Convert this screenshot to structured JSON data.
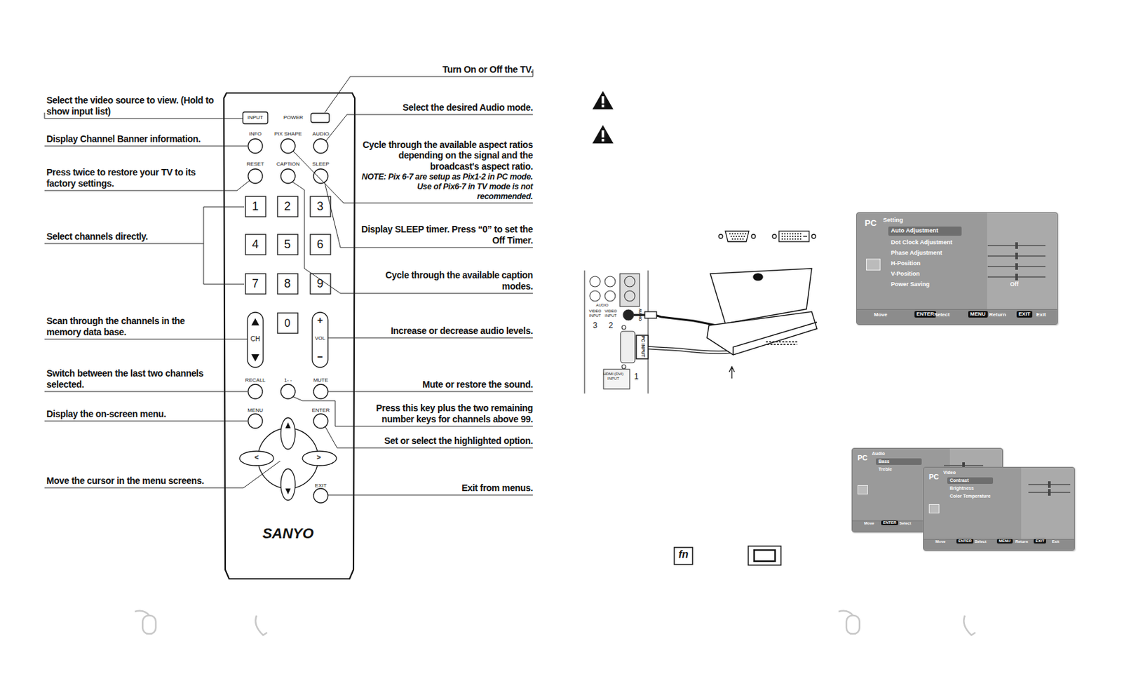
{
  "diagram": {
    "nodes": [
      {
        "text": [
          "PC",
          "Setting",
          "Auto Adjustment",
          "Dot Clock Adjustment",
          "Phase Adjustment",
          "H-Position",
          "V-Position",
          "Power Saving",
          "Off",
          "Move",
          "ENTER",
          "Select",
          "MENU",
          "Return",
          "EXIT",
          "Exit"
        ]
      },
      {
        "text": [
          "PC",
          "Audio",
          "Bass",
          "Treble",
          "Move",
          "ENTER",
          "Select"
        ]
      },
      {
        "text": [
          "PC",
          "Video",
          "Contrast",
          "Brightness",
          "Color Temperature",
          "Move",
          "ENTER",
          "Select",
          "MENU",
          "Return",
          "EXIT",
          "Exit"
        ]
      }
    ],
    "edges": [],
    "labels": [
      "Select the video source to view. (Hold to show input list)",
      "Display Channel Banner information.",
      "Press twice to restore your TV to its factory settings.",
      "Select channels directly.",
      "Scan through the channels in the memory data base.",
      "Switch between the last two channels selected.",
      "Display the on-screen menu.",
      "Move the cursor in the menu screens.",
      "Turn On or Off the TV.",
      "Select the desired Audio mode.",
      "Cycle through the available aspect ratios depending on the signal and the broadcast's aspect ratio.",
      "NOTE: Pix 6-7 are setup as Pix1-2 in PC mode. Use of Pix6-7 in TV mode is not recommended.",
      "Display SLEEP timer. Press “0” to set the Off Timer.",
      "Cycle through the available caption modes.",
      "Increase or decrease audio levels.",
      "Mute or restore the sound.",
      "Press this key plus the two remaining number keys for channels above 99.",
      "Set or select the highlighted option.",
      "Exit from menus.",
      "INPUT",
      "POWER",
      "INFO",
      "PIX SHAPE",
      "AUDIO",
      "RESET",
      "CAPTION",
      "SLEEP",
      "1",
      "2",
      "3",
      "4",
      "5",
      "6",
      "7",
      "8",
      "9",
      "CH",
      "0",
      "+",
      "VOL",
      "−",
      "RECALL",
      "1- -",
      "MUTE",
      "MENU",
      "ENTER",
      "EXIT",
      "SANYO",
      "<",
      ">",
      "AUDIO",
      "VIDEO INPUT",
      "3",
      "VIDEO INPUT",
      "2",
      "AUDIO",
      "PC INPUT",
      "HDMI (DVI) INPUT",
      "1",
      "fn"
    ]
  }
}
